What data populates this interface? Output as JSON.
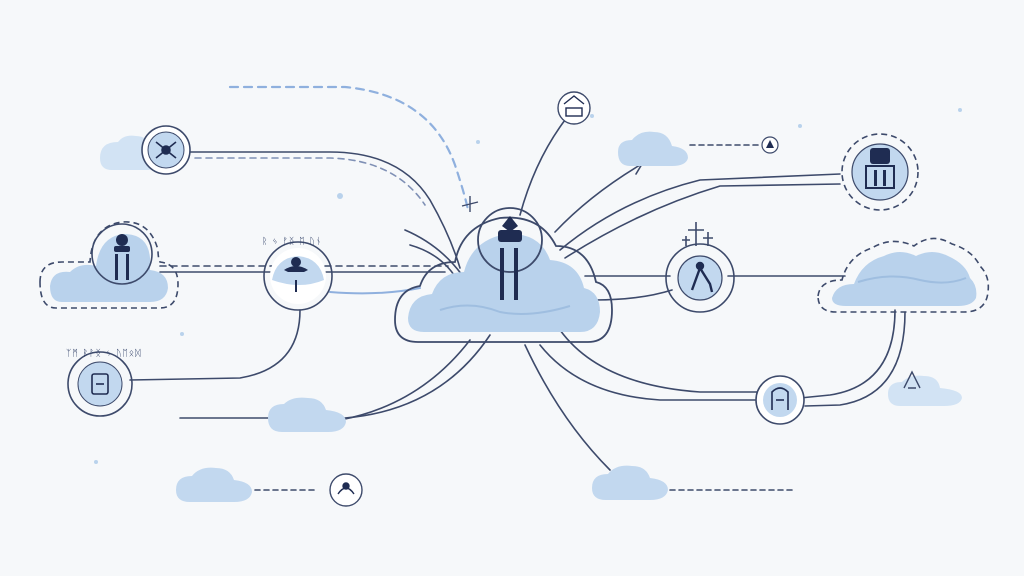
{
  "palette": {
    "background": "#f6f8fa",
    "line": "#3d4a6b",
    "line_light": "#7f90b5",
    "cloud_fill": "#b9d2ec",
    "cloud_fill_light": "#d2e3f4",
    "node_fill": "#ffffff",
    "icon_dark": "#1f2c52",
    "dashed_accent": "#8fb0de"
  },
  "scribbles": {
    "top_left_mark": "ᚱ ᛃ ᚠᛝ ᛖ ᚢᚾ",
    "left_mark": "ᛉᛗ ᛒᚨᛝ ᛃ ᚢᛖᛟᛞ"
  },
  "nodes": [
    {
      "id": "central-cloud",
      "icon": "person-icon"
    },
    {
      "id": "left-cloud",
      "icon": "person-icon"
    },
    {
      "id": "right-cloud",
      "icon": "cloud-icon"
    },
    {
      "id": "top-left-node",
      "icon": "network-icon"
    },
    {
      "id": "mid-left-node",
      "icon": "person-icon"
    },
    {
      "id": "lower-left-node",
      "icon": "device-icon"
    },
    {
      "id": "bottom-node",
      "icon": "hand-icon"
    },
    {
      "id": "top-node",
      "icon": "building-icon"
    },
    {
      "id": "right-mid-node",
      "icon": "person-icon"
    },
    {
      "id": "right-top-node",
      "icon": "building-icon"
    },
    {
      "id": "right-lower-node",
      "icon": "person-icon"
    }
  ]
}
